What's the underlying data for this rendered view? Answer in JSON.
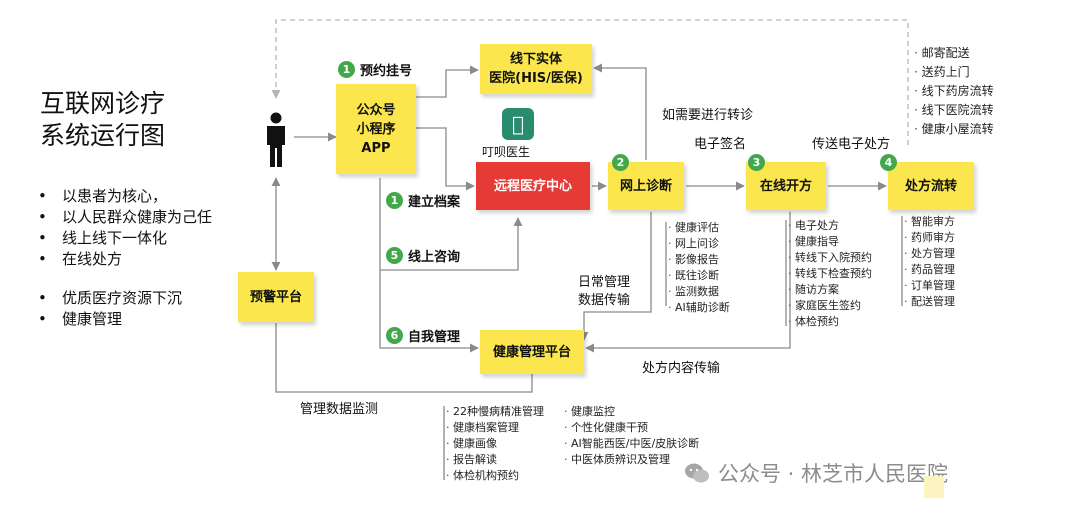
{
  "title": "互联网诊疗\n系统运行图",
  "principles": [
    "以患者为核心，",
    "以人民群众健康为己任",
    "线上线下一体化",
    "在线处方"
  ],
  "principles2": [
    "优质医疗资源下沉",
    "健康管理"
  ],
  "boxes": {
    "channels": "公众号\n小程序\nAPP",
    "offline_hospital": "线下实体\n医院(HIS/医保)",
    "remote_center": "远程医疗中心",
    "online_diagnosis": "网上诊断",
    "online_prescription": "在线开方",
    "prescription_flow": "处方流转",
    "alert_platform": "预警平台",
    "health_platform": "健康管理平台"
  },
  "steps": {
    "appointment": {
      "num": "1",
      "label": "预约挂号"
    },
    "record": {
      "num": "1",
      "label": "建立档案"
    },
    "consult": {
      "num": "5",
      "label": "线上咨询"
    },
    "self_manage": {
      "num": "6",
      "label": "自我管理"
    },
    "s2": {
      "num": "2"
    },
    "s3": {
      "num": "3"
    },
    "s4": {
      "num": "4"
    }
  },
  "app_name": "叮呗医生",
  "app_logo_glyph": "𨱆",
  "labels": {
    "referral": "如需要进行转诊",
    "e_sign": "电子签名",
    "send_rx": "传送电子处方",
    "daily_mgmt": "日常管理\n数据传输",
    "rx_transfer": "处方内容传输",
    "monitor": "管理数据监测"
  },
  "lists": {
    "delivery": [
      "邮寄配送",
      "送药上门",
      "线下药房流转",
      "线下医院流转",
      "健康小屋流转"
    ],
    "diagnosis": [
      "健康评估",
      "网上问诊",
      "影像报告",
      "既往诊断",
      "监测数据",
      "AI辅助诊断"
    ],
    "prescription": [
      "电子处方",
      "健康指导",
      "转线下入院预约",
      "转线下检查预约",
      "随访方案",
      "家庭医生签约",
      "体检预约"
    ],
    "flow": [
      "智能审方",
      "药师审方",
      "处方管理",
      "药品管理",
      "订单管理",
      "配送管理"
    ],
    "health1": [
      "22种慢病精准管理",
      "健康档案管理",
      "健康画像",
      "报告解读",
      "体检机构预约"
    ],
    "health2": [
      "健康监控",
      "个性化健康干预",
      "AI智能西医/中医/皮肤诊断",
      "中医体质辨识及管理"
    ]
  },
  "watermark": "公众号 · 林芝市人民医院",
  "colors": {
    "yellow": "#fbe74d",
    "red": "#e53a35",
    "green": "#43a84b",
    "line": "#8a8a8a",
    "dash": "#b5b5b5"
  }
}
